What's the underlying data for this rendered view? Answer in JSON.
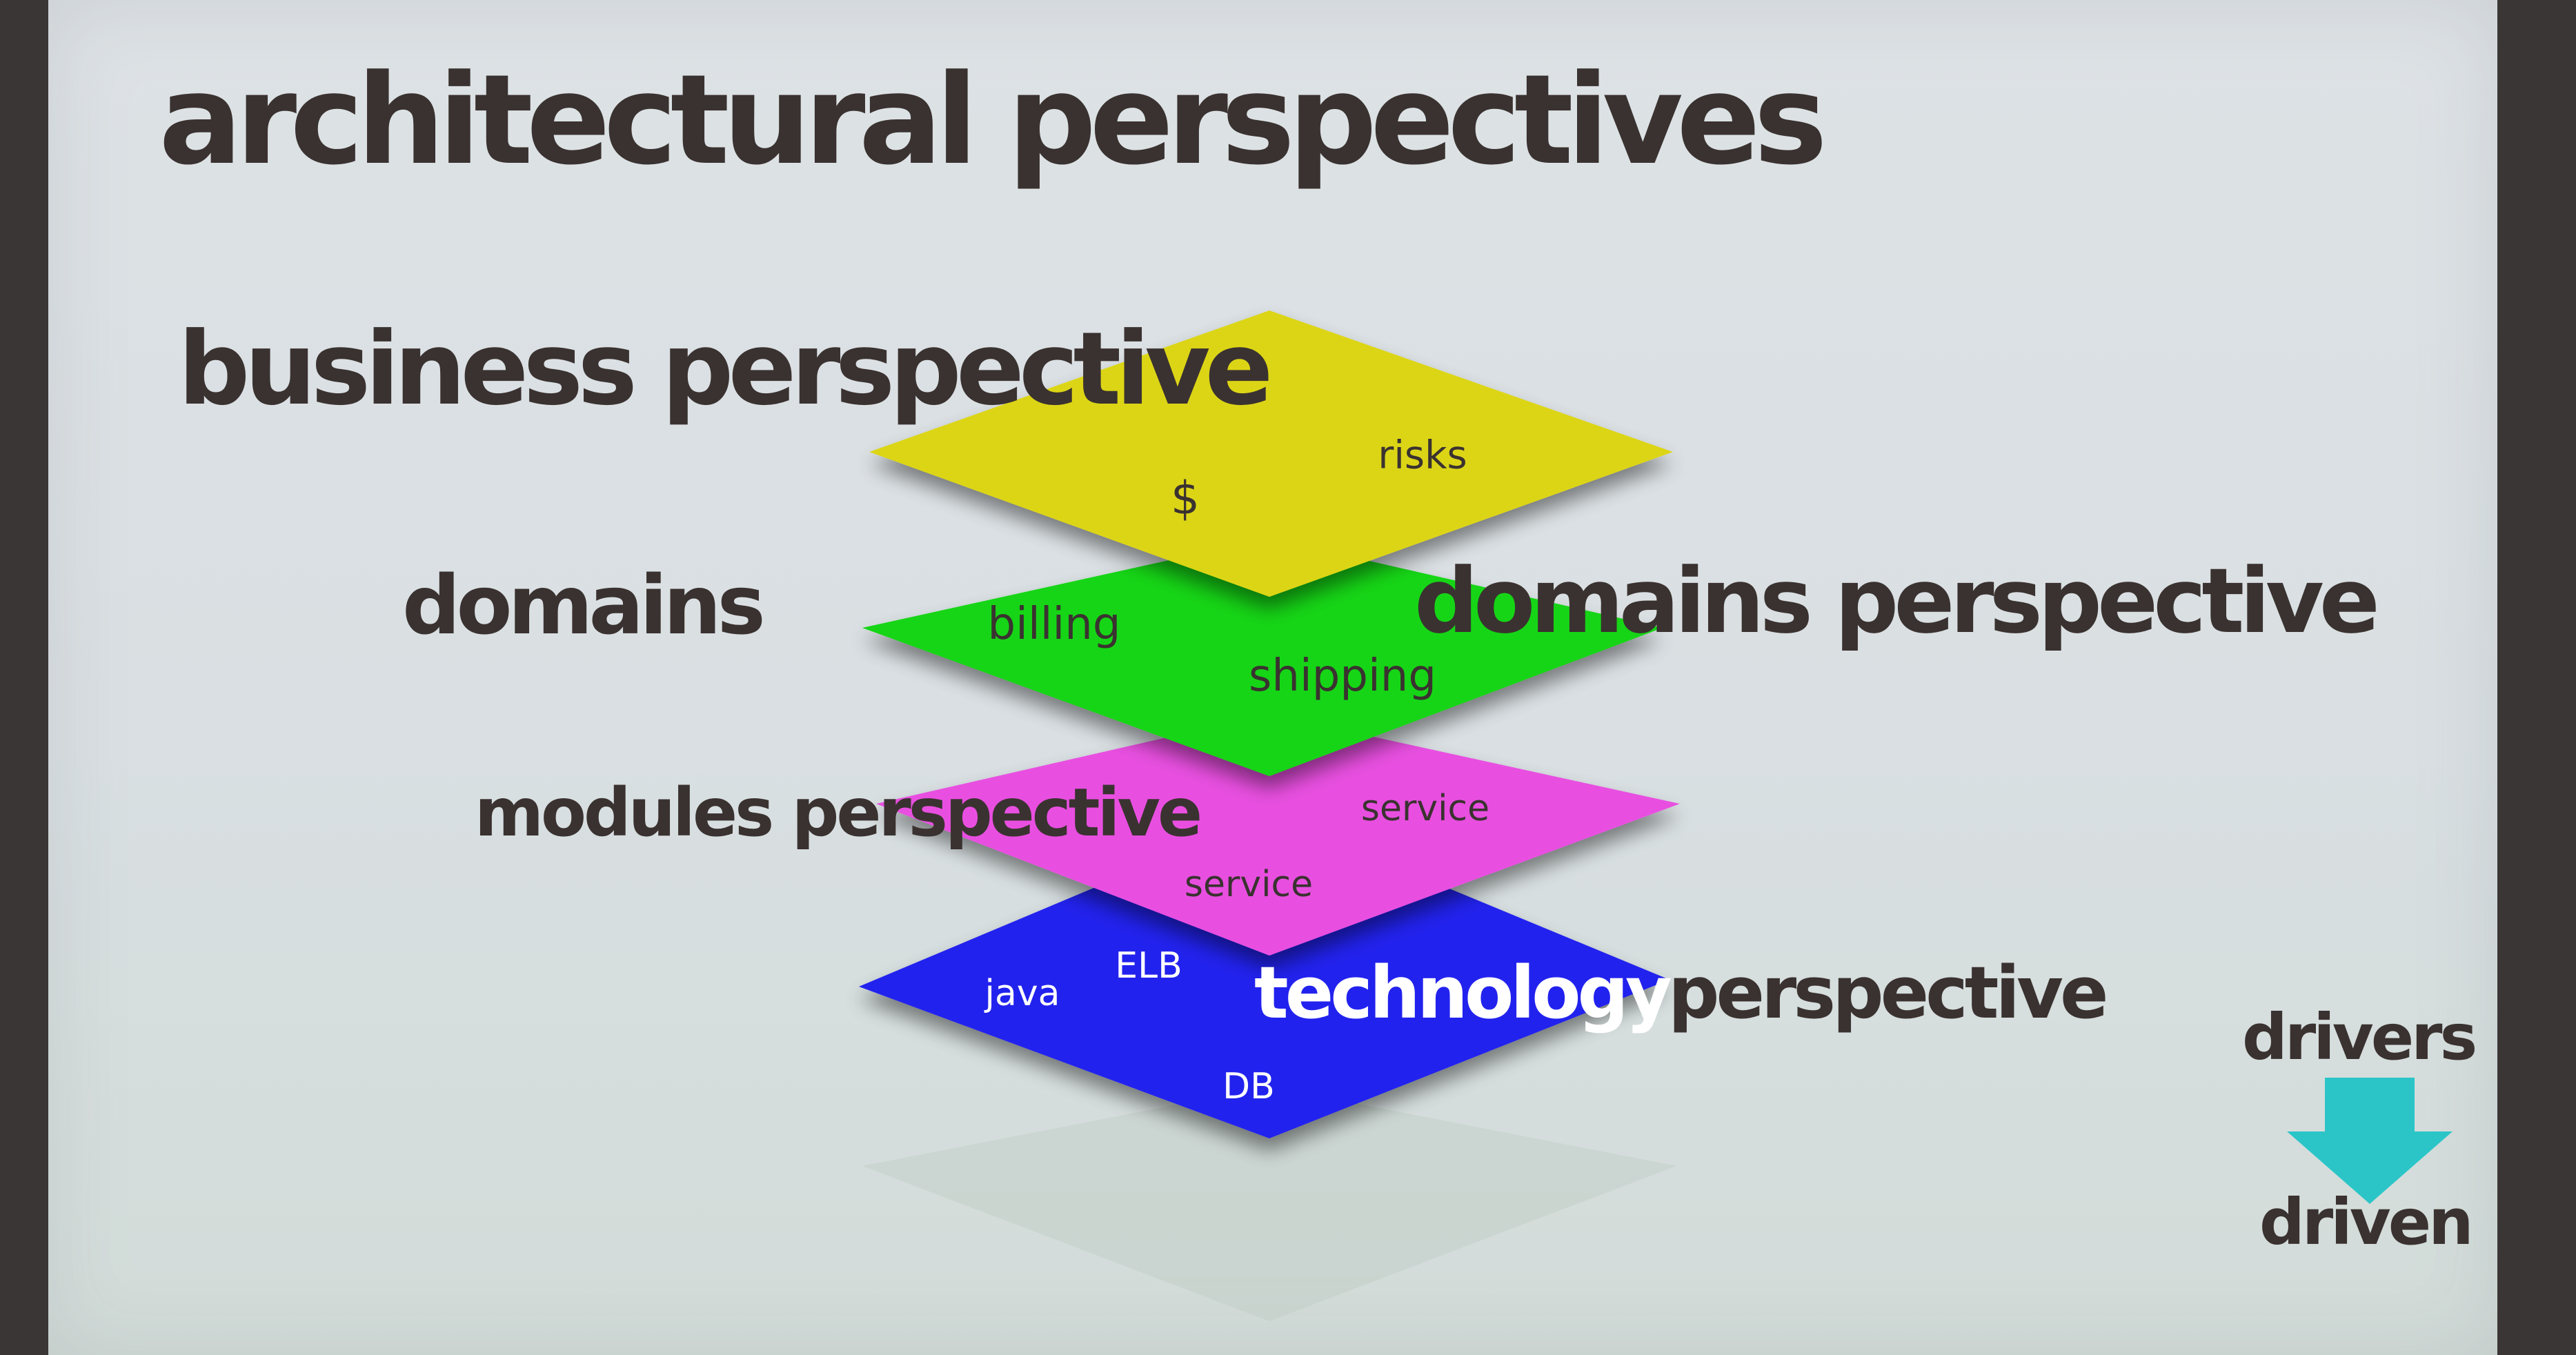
{
  "slide": {
    "title": "architectural perspectives",
    "business_label": "business perspective",
    "domains_left_label": "domains",
    "domains_right_label": "domains perspective",
    "modules_label": "modules perspective",
    "technology_word": "technology",
    "perspective_word": "perspective"
  },
  "layers": [
    {
      "name": "business",
      "color": "#dcd512",
      "labels": [
        "$",
        "risks"
      ]
    },
    {
      "name": "domains",
      "color": "#12d512",
      "labels": [
        "billing",
        "shipping"
      ]
    },
    {
      "name": "modules",
      "color": "#e84fe0",
      "labels": [
        "service",
        "service"
      ]
    },
    {
      "name": "technology",
      "color": "#2222ee",
      "labels": [
        "java",
        "ELB",
        "DB"
      ]
    }
  ],
  "legend": {
    "top": "drivers",
    "bottom": "driven",
    "arrow_color": "#2bc5c8"
  }
}
